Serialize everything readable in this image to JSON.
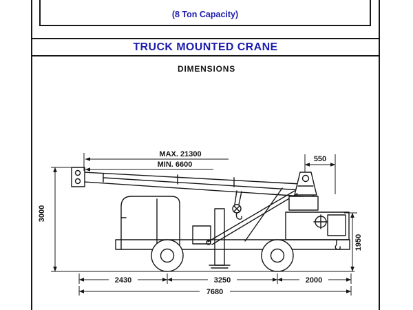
{
  "header": {
    "capacity": "(8 Ton Capacity)",
    "title": "TRUCK MOUNTED CRANE",
    "section": "DIMENSIONS"
  },
  "colors": {
    "accent_blue": "#1c1cae",
    "line": "#161616"
  },
  "diagram": {
    "subject": "truck-mounted-crane-side-view-technical-drawing",
    "labels": {
      "boom_max": "MAX. 21300",
      "boom_min": "MIN. 6600",
      "tail_swing": "550",
      "overall_height": "3000",
      "rear_height": "1950",
      "front_section": "2430",
      "wheelbase": "3250",
      "rear_section": "2000",
      "overall_length": "7680"
    }
  }
}
